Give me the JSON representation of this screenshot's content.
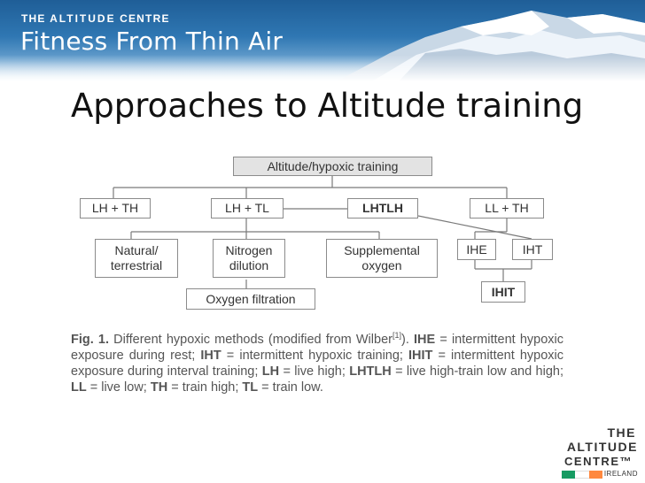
{
  "banner": {
    "brand_small_pre": "THE ",
    "brand_small_alt": "ALTITUDE",
    "brand_small_post": " CENTRE",
    "brand_big": "Fitness From Thin Air"
  },
  "slide": {
    "title": "Approaches to Altitude training"
  },
  "diagram": {
    "nodes": {
      "root": "Altitude/hypoxic training",
      "lhth": "LH + TH",
      "lhtl": "LH + TL",
      "lhtlh": "LHTLH",
      "llth": "LL + TH",
      "natural": "Natural/ terrestrial",
      "nitrogen": "Nitrogen dilution",
      "supplemental": "Supplemental oxygen",
      "ihe": "IHE",
      "iht": "IHT",
      "ihit": "IHIT",
      "oxygen_filtration": "Oxygen filtration"
    },
    "caption": {
      "fig": "Fig. 1.",
      "t1": " Different hypoxic methods (modified from Wilber",
      "ref": "[1]",
      "t2": "). ",
      "ihe": "IHE",
      "t3": " = intermittent hypoxic exposure during rest; ",
      "iht": "IHT",
      "t4": " = intermittent hypoxic training; ",
      "ihit": "IHIT",
      "t5": " = intermittent hypoxic exposure during interval training; ",
      "lh": "LH",
      "t6": " = live high; ",
      "lhtlh": "LHTLH",
      "t7": " = live high-train low and high; ",
      "ll": "LL",
      "t8": " = live low; ",
      "th": "TH",
      "t9": " = train high; ",
      "tl": "TL",
      "t10": " = train low."
    }
  },
  "logo": {
    "line1": "THE",
    "line2": "ALTITUDE",
    "line3": "CENTRE™",
    "line4": "IRELAND",
    "flag_colors": [
      "#169b62",
      "#ffffff",
      "#ff883e"
    ]
  },
  "colors": {
    "banner_top": "#1f5e97",
    "node_border": "#8b8b8b",
    "root_fill": "#e3e3e3"
  }
}
